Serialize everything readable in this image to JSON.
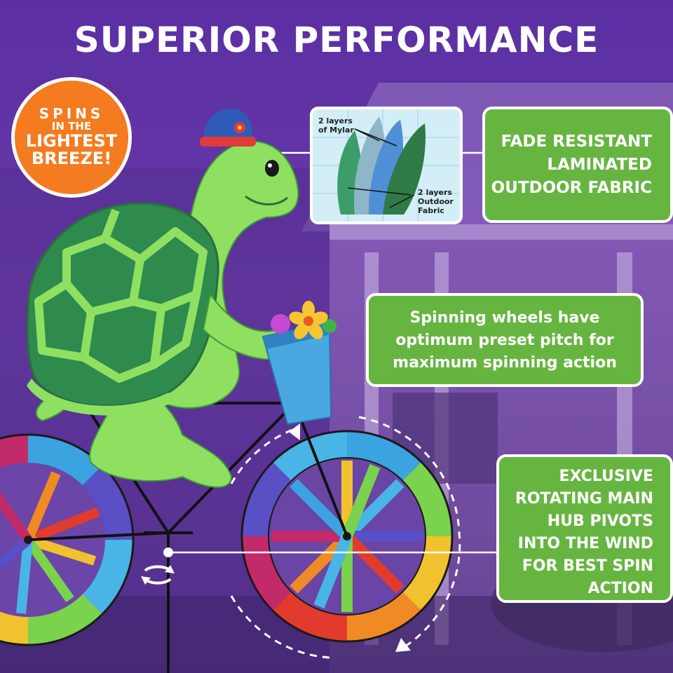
{
  "title": "SUPERIOR PERFORMANCE",
  "badge": {
    "line1": "SPINS",
    "line2": "IN THE",
    "line3": "LIGHTEST",
    "line4": "BREEZE!"
  },
  "inset": {
    "label_top": [
      "2 layers",
      "of Mylar"
    ],
    "label_bottom": [
      "2 layers",
      "Outdoor",
      "Fabric"
    ]
  },
  "panels": {
    "fabric": [
      "FADE RESISTANT",
      "LAMINATED",
      "OUTDOOR FABRIC"
    ],
    "wheels": [
      "Spinning wheels have",
      "optimum preset pitch for",
      "maximum spinning action"
    ],
    "hub": [
      "EXCLUSIVE",
      "ROTATING MAIN",
      "HUB PIVOTS",
      "INTO THE WIND",
      "FOR BEST SPIN",
      "ACTION"
    ]
  },
  "colors": {
    "panel_green": "#67b541",
    "badge_orange": "#f47b20",
    "background_purple": "#5b2fa3",
    "turtle_green": "#7ed957",
    "shell_dark": "#2f8a4e"
  },
  "icons": [
    "rotate-arrows-icon",
    "flower-icon",
    "hat-icon"
  ]
}
